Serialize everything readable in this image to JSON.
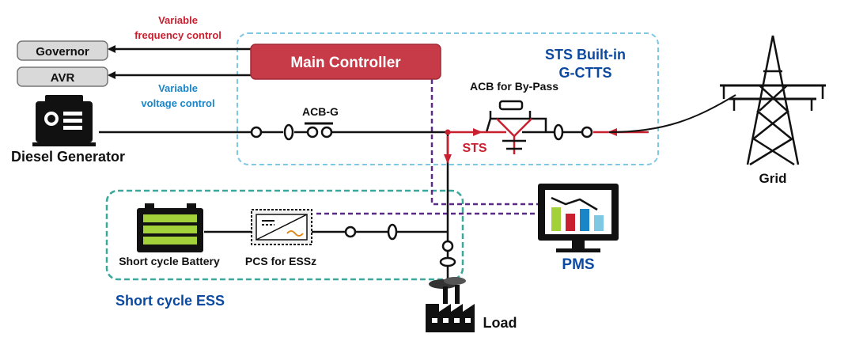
{
  "colors": {
    "accent_red": "#c8202f",
    "controller_fill": "#c73a47",
    "sts_region_border": "#7ec8e3",
    "ess_region_border": "#3aa89a",
    "comm_line": "#5b2a86",
    "title_blue": "#0b4aa0",
    "control_blue": "#1a86c8",
    "box_gray": "#d9d9d9"
  },
  "controller": {
    "label": "Main Controller"
  },
  "control_boxes": {
    "governor": "Governor",
    "avr": "AVR"
  },
  "control_signals": {
    "frequency": [
      "Variable",
      "frequency control"
    ],
    "voltage": [
      "Variable",
      "voltage control"
    ]
  },
  "sts_region": {
    "title": [
      "STS Built-in",
      "G-CTTS"
    ]
  },
  "breakers": {
    "acb_g": "ACB-G",
    "acb_bypass": "ACB for By-Pass"
  },
  "sts_label": "STS",
  "components": {
    "diesel_generator": "Diesel Generator",
    "grid": "Grid",
    "battery": "Short cycle Battery",
    "pcs": "PCS for ESSz",
    "load": "Load",
    "pms": "PMS"
  },
  "ess_region": {
    "title": "Short cycle ESS"
  },
  "icons": [
    "generator-icon",
    "transmission-tower-icon",
    "battery-icon",
    "pcs-inverter-icon",
    "factory-icon",
    "monitor-chart-icon"
  ]
}
